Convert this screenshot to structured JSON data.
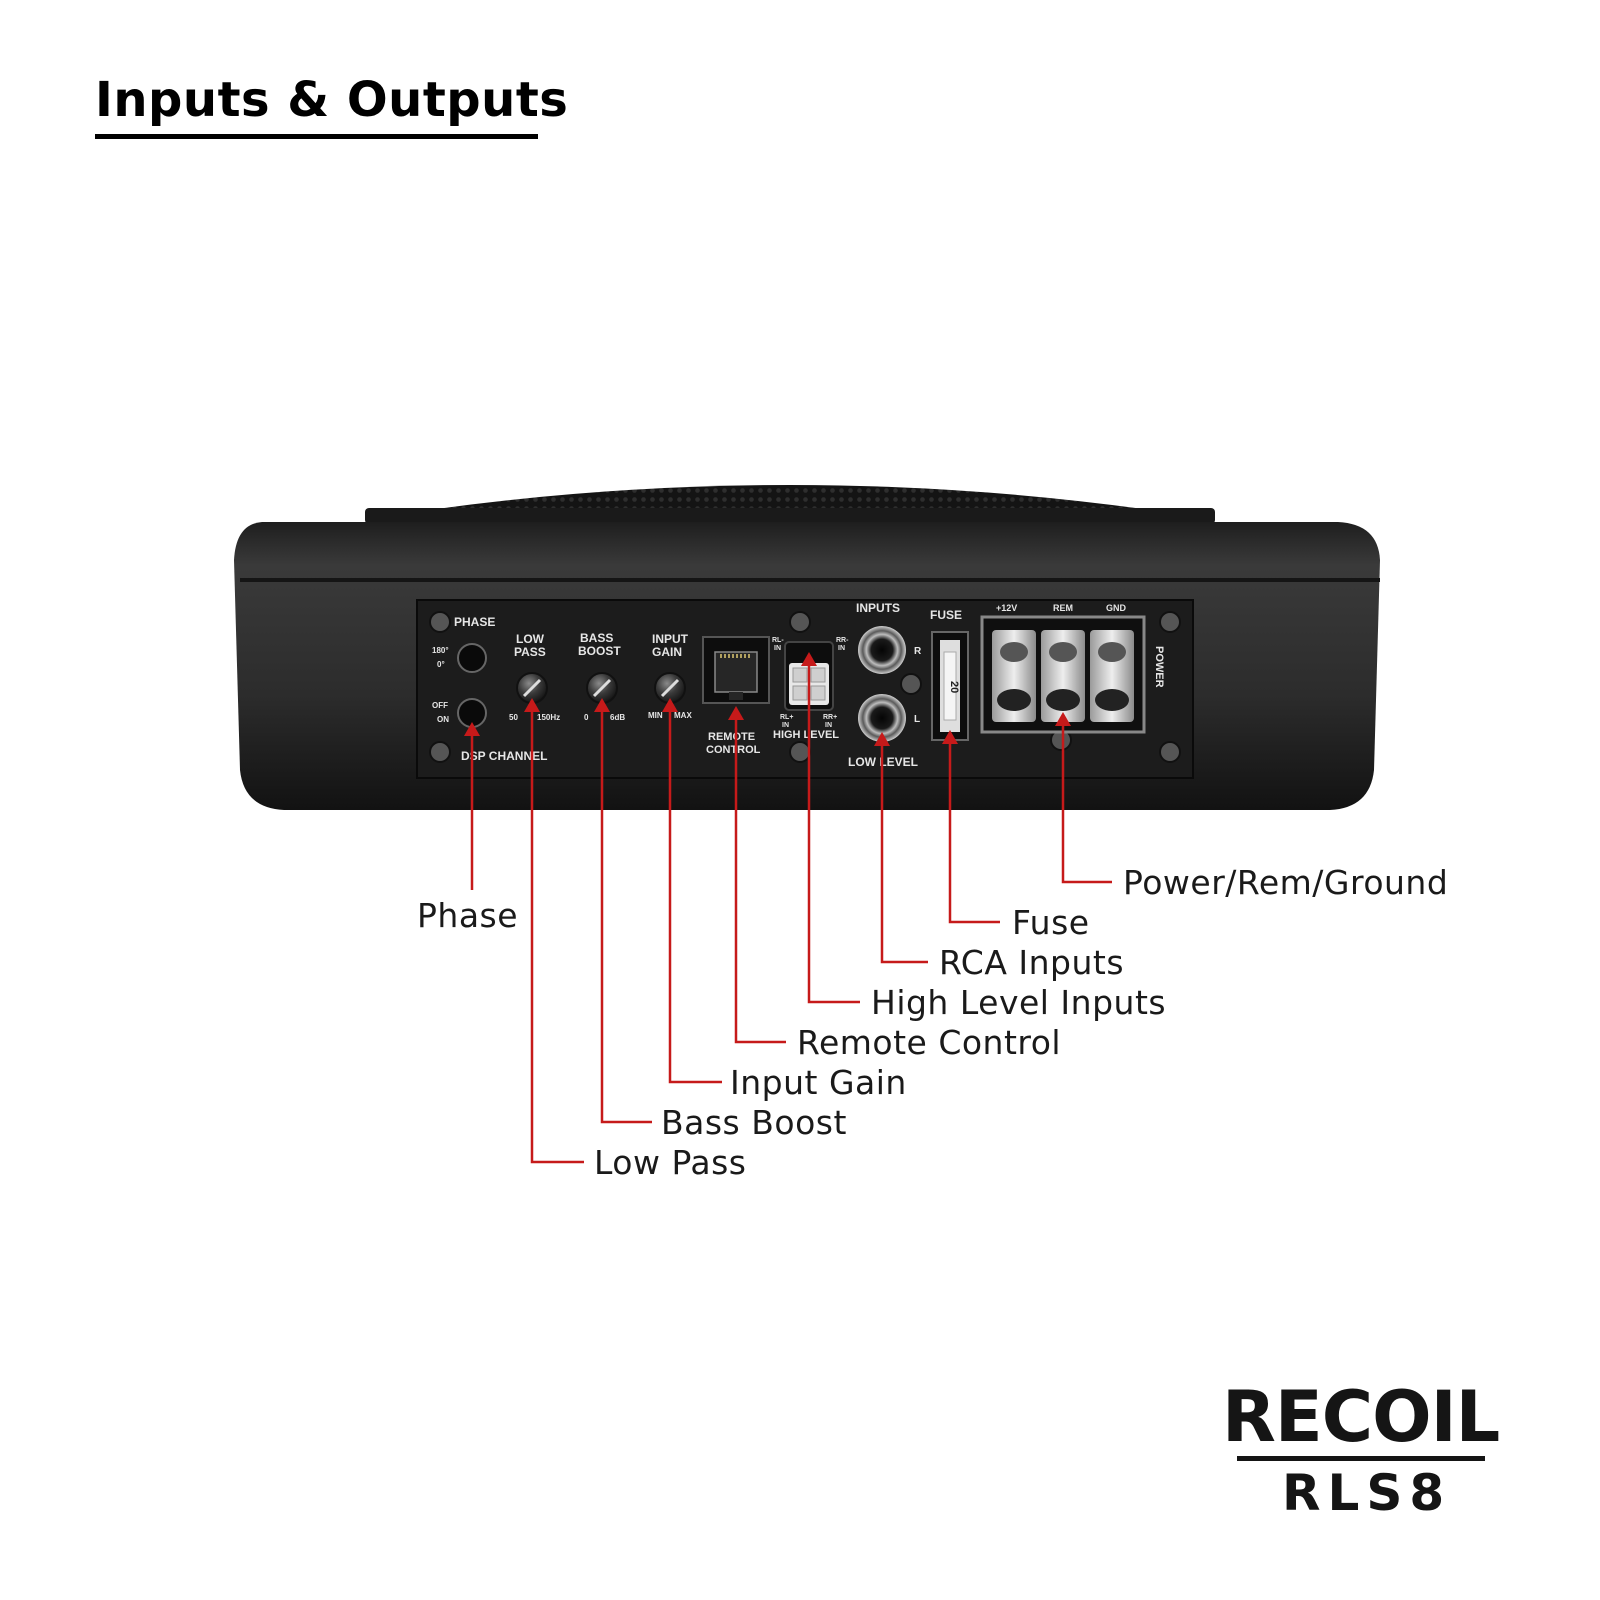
{
  "heading": "Inputs & Outputs",
  "colors": {
    "accent": "#c61a1a",
    "panel": "#1c1c1c",
    "panel_text": "#e6e6e6",
    "chassis": "#2a2a2a"
  },
  "panel": {
    "phase": "PHASE",
    "phase_180": "180°",
    "phase_0": "0°",
    "dsp_off": "OFF",
    "dsp_on": "ON",
    "dsp_channel": "DSP CHANNEL",
    "low_pass_1": "LOW",
    "low_pass_2": "PASS",
    "low_pass_min": "50",
    "low_pass_max": "150Hz",
    "bass_boost_1": "BASS",
    "bass_boost_2": "BOOST",
    "bass_boost_min": "0",
    "bass_boost_max": "6dB",
    "input_gain_1": "INPUT",
    "input_gain_2": "GAIN",
    "input_gain_min": "MIN",
    "input_gain_max": "MAX",
    "remote_1": "REMOTE",
    "remote_2": "CONTROL",
    "rl_minus": "RL-",
    "rr_minus": "RR-",
    "rl_plus": "RL+",
    "rr_plus": "RR+",
    "in": "IN",
    "high_level": "HIGH LEVEL",
    "inputs": "INPUTS",
    "r": "R",
    "l": "L",
    "low_level": "LOW LEVEL",
    "fuse": "FUSE",
    "fuse_rating": "20",
    "plus12v": "+12V",
    "rem": "REM",
    "gnd": "GND",
    "power": "POWER"
  },
  "callouts": {
    "phase": "Phase",
    "low_pass": "Low Pass",
    "bass_boost": "Bass Boost",
    "input_gain": "Input Gain",
    "remote_control": "Remote Control",
    "high_level_inputs": "High Level Inputs",
    "rca_inputs": "RCA Inputs",
    "fuse": "Fuse",
    "power_rem_ground": "Power/Rem/Ground"
  },
  "brand": {
    "logo": "RECOIL",
    "model": "RLS8"
  }
}
